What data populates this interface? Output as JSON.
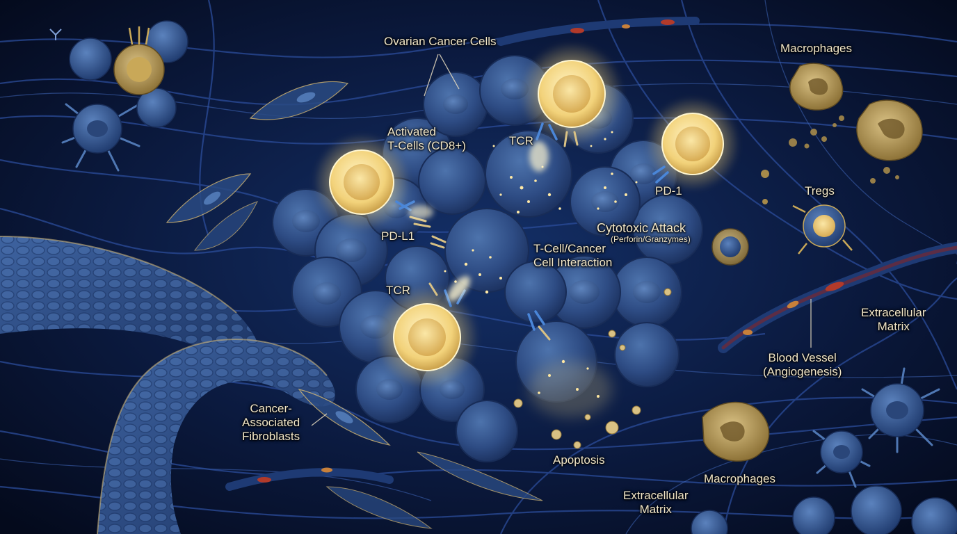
{
  "labels": {
    "ovarian_cancer_cells": "Ovarian Cancer Cells",
    "activated_t_cells": [
      "Activated",
      "T-Cells (CD8+)"
    ],
    "tcr_top": "TCR",
    "tcr_bottom": "TCR",
    "pd1": "PD-1",
    "pdl1": "PD-L1",
    "cytotoxic_attack": "Cytotoxic Attack",
    "cytotoxic_attack_detail": "(Perforin/Granzymes)",
    "interaction": [
      "T-Cell/Cancer",
      "Cell Interaction"
    ],
    "apoptosis": "Apoptosis",
    "macrophages_top": "Macrophages",
    "macrophages_bottom": "Macrophages",
    "tregs": "Tregs",
    "extracellular_matrix_right": [
      "Extracellular",
      "Matrix"
    ],
    "extracellular_matrix_bottom": [
      "Extracellular",
      "Matrix"
    ],
    "blood_vessel": [
      "Blood Vessel",
      "(Angiogenesis)"
    ],
    "cafs": [
      "Cancer-",
      "Associated",
      "Fibroblasts"
    ]
  },
  "colors": {
    "background": "#07112a",
    "fiber": "#2b4c9a",
    "cancer_cell": "#2f4f86",
    "t_cell_glow": "#ffe9a6",
    "macrophage": "#b89a52",
    "blood": "#b23a2a",
    "label_text": "#f1e6c8"
  }
}
